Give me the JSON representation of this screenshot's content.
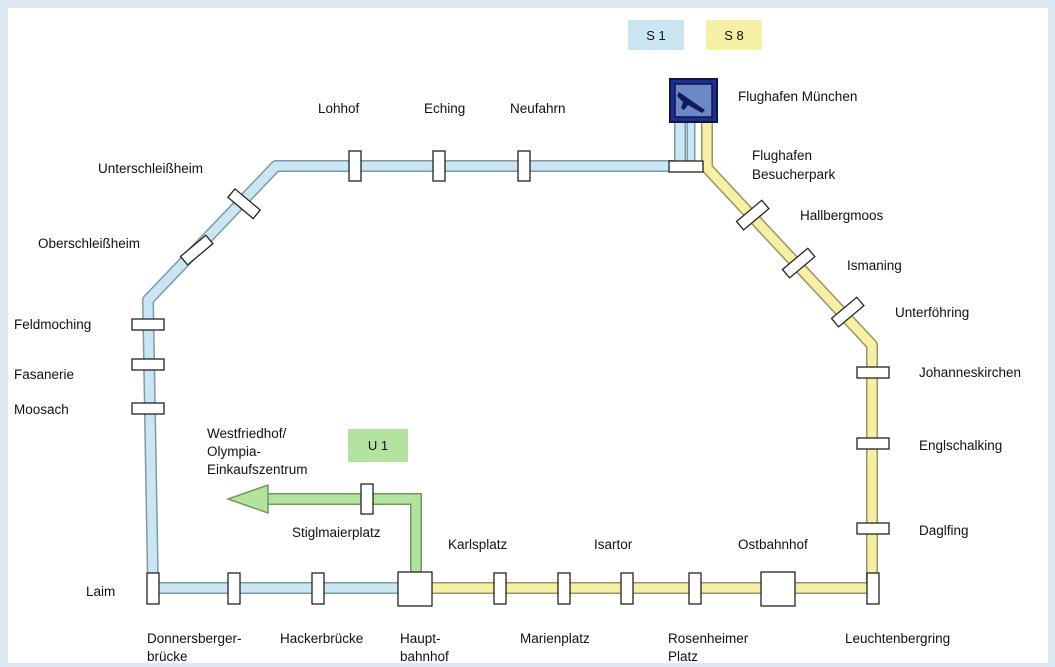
{
  "lines": {
    "s1": {
      "label": "S 1",
      "color": "#c9e6f2",
      "stroke": "#7f9aa6"
    },
    "s8": {
      "label": "S 8",
      "color": "#f5f0a6",
      "stroke": "#9a9460"
    },
    "u1": {
      "label": "U 1",
      "color": "#b4e3a0",
      "stroke": "#6f9a5e"
    }
  },
  "stations": {
    "flughafen_muenchen": "Flughafen München",
    "flughafen_besucherpark_1": "Flughafen",
    "flughafen_besucherpark_2": "Besucherpark",
    "lohhof": "Lohhof",
    "eching": "Eching",
    "neufahrn": "Neufahrn",
    "unterschleissheim": "Unterschleißheim",
    "oberschleissheim": "Oberschleißheim",
    "feldmoching": "Feldmoching",
    "fasanerie": "Fasanerie",
    "moosach": "Moosach",
    "laim": "Laim",
    "donnersbergerbruecke_1": "Donnersberger-",
    "donnersbergerbruecke_2": "brücke",
    "hackerbruecke": "Hackerbrücke",
    "hauptbahnhof_1": "Haupt-",
    "hauptbahnhof_2": "bahnhof",
    "marienplatz": "Marienplatz",
    "karlsplatz": "Karlsplatz",
    "isartor": "Isartor",
    "rosenheimer_platz_1": "Rosenheimer",
    "rosenheimer_platz_2": "Platz",
    "ostbahnhof": "Ostbahnhof",
    "leuchtenbergring": "Leuchtenbergring",
    "daglfing": "Daglfing",
    "englschalking": "Englschalking",
    "johanneskirchen": "Johanneskirchen",
    "unterfoehring": "Unterföhring",
    "ismaning": "Ismaning",
    "hallbergmoos": "Hallbergmoos",
    "stiglmaierplatz": "Stiglmaierplatz",
    "westfriedhof_1": "Westfriedhof/",
    "westfriedhof_2": "Olympia-",
    "westfriedhof_3": "Einkaufszentrum"
  },
  "icons": {
    "airport": "airplane-icon"
  }
}
